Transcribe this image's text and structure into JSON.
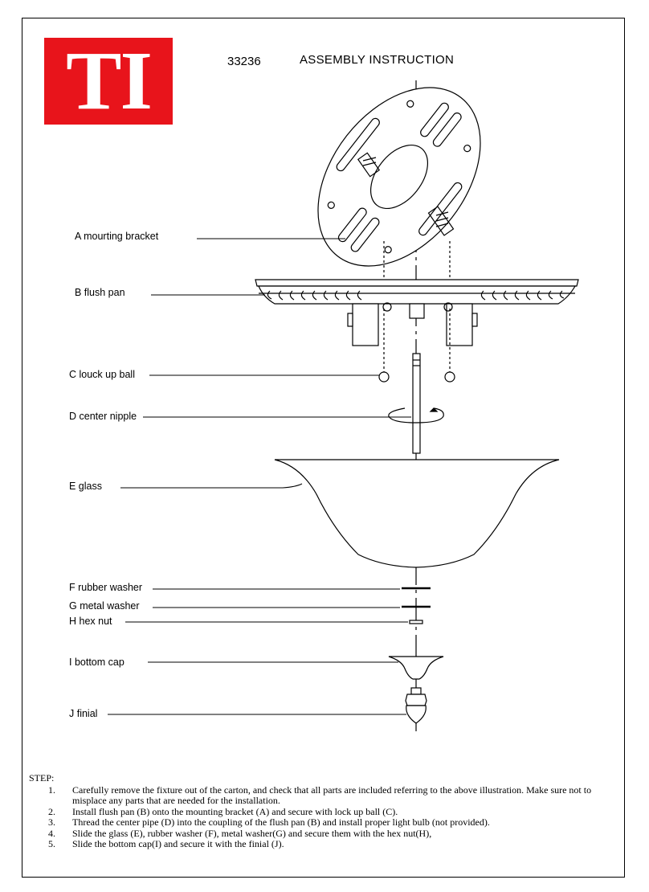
{
  "header": {
    "logo_text": "TI",
    "model_number": "33236",
    "title": "ASSEMBLY INSTRUCTION"
  },
  "colors": {
    "logo_bg": "#e8141b",
    "ink": "#000000"
  },
  "parts": [
    {
      "label": "A  mourting bracket"
    },
    {
      "label": "B  flush  pan"
    },
    {
      "label": "C louck up ball"
    },
    {
      "label": "D center nipple"
    },
    {
      "label": "E glass"
    },
    {
      "label": "F rubber washer"
    },
    {
      "label": "G metal washer"
    },
    {
      "label": "H hex nut"
    },
    {
      "label": "I bottom cap"
    },
    {
      "label": "J finial"
    }
  ],
  "steps": {
    "heading": "STEP:",
    "items": [
      {
        "num": "1.",
        "text": "Carefully remove  the  fixture out of the carton,  and check  that all parts are included  referring to the above illustration.  Make sure not to misplace any parts that are needed for the installation."
      },
      {
        "num": "2.",
        "text": "Install flush pan (B) onto the  mounting bracket  (A)  and secure  with lock up ball (C)."
      },
      {
        "num": "3.",
        "text": "Thread the center pipe  (D)  into the coupling  of  the flush pan (B) and install proper light bulb (not provided)."
      },
      {
        "num": "4.",
        "text": "Slide the glass (E), rubber washer (F), metal washer(G) and secure  them with the hex nut(H),"
      },
      {
        "num": "5.",
        "text": " Slide the bottom cap(I) and secure it with the  finial (J)."
      }
    ]
  }
}
